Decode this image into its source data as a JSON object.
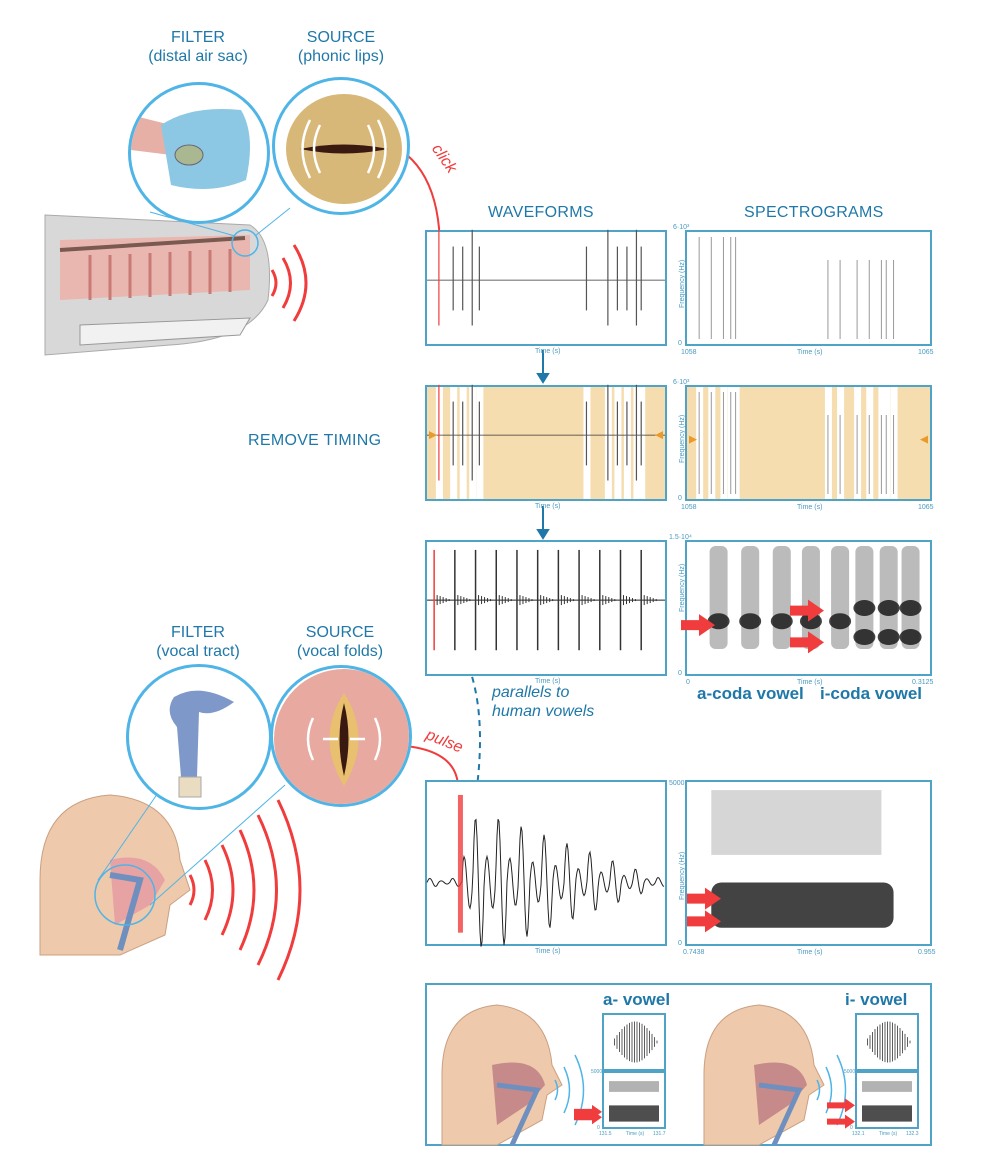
{
  "whale": {
    "filter": {
      "title": "FILTER",
      "subtitle": "(distal air sac)"
    },
    "source": {
      "title": "SOURCE",
      "subtitle": "(phonic lips)"
    },
    "signal": "click"
  },
  "human": {
    "filter": {
      "title": "FILTER",
      "subtitle": "(vocal tract)"
    },
    "source": {
      "title": "SOURCE",
      "subtitle": "(vocal folds)"
    },
    "signal": "pulse"
  },
  "headers": {
    "waveforms": "WAVEFORMS",
    "spectrograms": "SPECTROGRAMS"
  },
  "remove_timing": "REMOVE TIMING",
  "parallels": [
    "parallels to",
    "human vowels"
  ],
  "axes": {
    "time": "Time (s)",
    "frequency": "Frequency (Hz)",
    "row1": {
      "ymax": "6·10³",
      "ymin": "0",
      "xmin": "1058",
      "xmax": "1065"
    },
    "row2": {
      "ymax": "6·10³",
      "ymin": "0",
      "xmin": "1058",
      "xmax": "1065"
    },
    "row3": {
      "ymax": "1.5·10⁴",
      "ymin": "0",
      "xmin": "0",
      "xmax": "0.3125"
    },
    "row4": {
      "ymax": "5000",
      "ymin": "0",
      "xmin": "0.7438",
      "xmax": "0.955"
    },
    "a_inset": {
      "ymax": "5000",
      "ymin": "0",
      "xmin": "131.5",
      "xmax": "131.7"
    },
    "i_inset": {
      "ymax": "5000",
      "ymin": "0",
      "xmin": "132.1",
      "xmax": "132.3"
    }
  },
  "coda_labels": {
    "a": "a-coda vowel",
    "i": "i-coda vowel"
  },
  "vowel_labels": {
    "a": "a- vowel",
    "i": "i- vowel"
  },
  "colors": {
    "accent": "#1f78a8",
    "border": "#4fa3c7",
    "red": "#f03c3c",
    "tan": "#f6ddb0"
  }
}
